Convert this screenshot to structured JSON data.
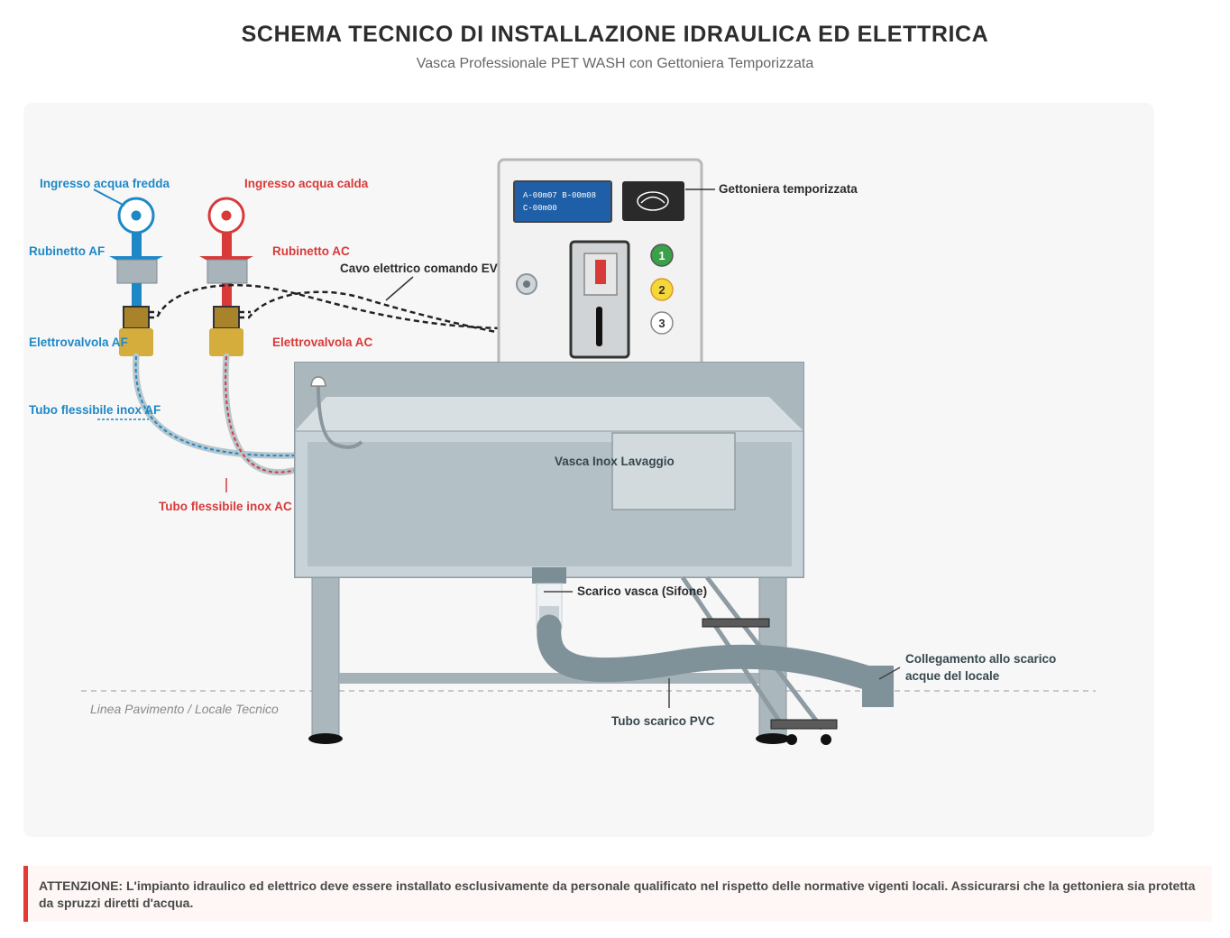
{
  "header": {
    "title": "SCHEMA TECNICO DI INSTALLAZIONE IDRAULICA ED ELETTRICA",
    "subtitle": "Vasca Professionale PET WASH con Gettoniera Temporizzata"
  },
  "labels": {
    "cold_inlet": "Ingresso acqua fredda",
    "hot_inlet": "Ingresso acqua calda",
    "tap_cold": "Rubinetto AF",
    "tap_hot": "Rubinetto AC",
    "cable": "Cavo elettrico comando EV",
    "valve_cold": "Elettrovalvola AF",
    "valve_hot": "Elettrovalvola AC",
    "hose_cold": "Tubo flessibile inox AF",
    "hose_hot": "Tubo flessibile inox AC",
    "coin_unit": "Gettoniera temporizzata",
    "tub": "Vasca Inox Lavaggio",
    "drain": "Scarico vasca (Sifone)",
    "room_drain_line1": "Collegamento allo scarico",
    "room_drain_line2": "acque del locale",
    "pvc_pipe": "Tubo scarico PVC",
    "floor": "Linea Pavimento / Locale Tecnico"
  },
  "display": {
    "line1": "A-00m07 B-00m08",
    "line2": "C-00m00"
  },
  "buttons": [
    "1",
    "2",
    "3"
  ],
  "warning": {
    "heading": "ATTENZIONE:",
    "text": " L'impianto idraulico ed elettrico deve essere installato esclusivamente da personale qualificato nel rispetto delle normative vigenti locali. Assicurarsi che la gettoniera sia protetta da spruzzi diretti d'acqua."
  },
  "colors": {
    "cold": "#1e88c7",
    "hot": "#d83a3a",
    "valve": "#d4ad3c",
    "steel": "#b2c0c7",
    "pipe": "#7f9199",
    "warning": "#e53935"
  }
}
